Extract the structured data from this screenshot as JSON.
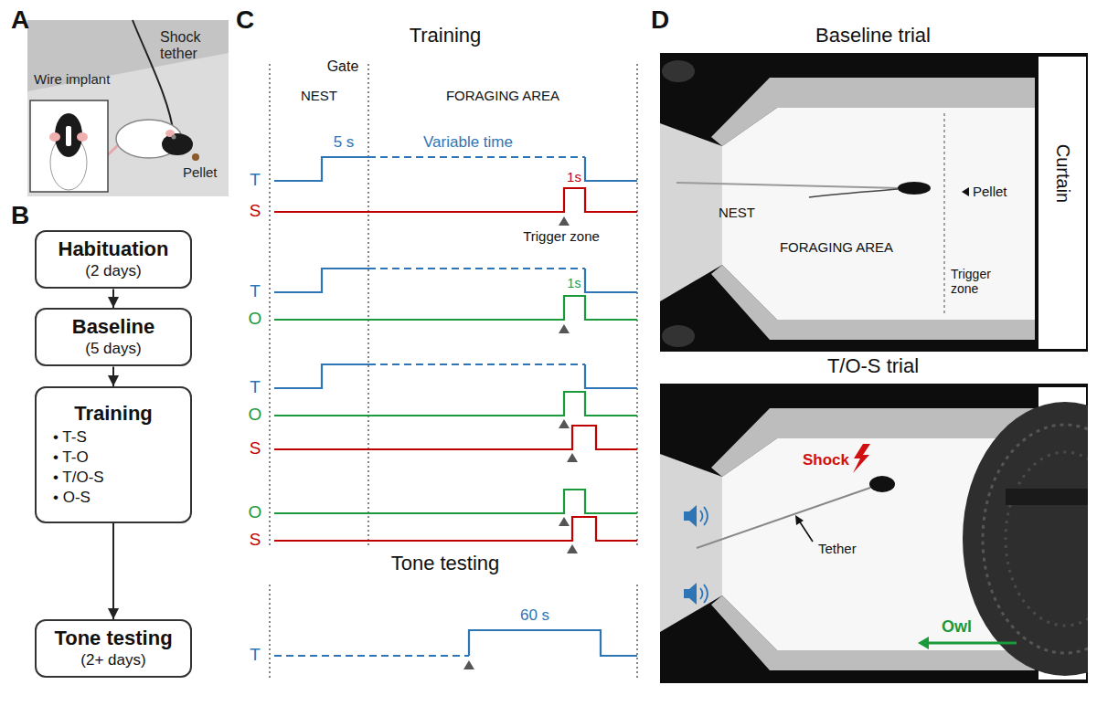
{
  "diagram": {
    "nodes": [
      {
        "text": [
          "Habituation",
          "(2 days)"
        ]
      },
      {
        "text": [
          "Baseline",
          "(5 days)"
        ]
      },
      {
        "text": [
          "Training",
          "• T-S",
          "• T-O",
          "• T/O-S",
          "• O-S"
        ]
      },
      {
        "text": [
          "Tone testing",
          "(2+ days)"
        ]
      }
    ],
    "edges": [
      {
        "from": 0,
        "to": 1,
        "arrow": "to"
      },
      {
        "from": 1,
        "to": 2,
        "arrow": "to"
      },
      {
        "from": 2,
        "to": 3,
        "arrow": "to"
      }
    ],
    "labels": [
      "A",
      "Wire implant",
      "Shock tether",
      "Pellet",
      "B",
      "C",
      "Training",
      "Gate",
      "NEST",
      "FORAGING AREA",
      "5 s",
      "Variable time",
      "T",
      "S",
      "1s",
      "Trigger zone",
      "T",
      "O",
      "1s",
      "T",
      "O",
      "S",
      "O",
      "S",
      "Tone testing",
      "T",
      "60 s",
      "D",
      "Baseline trial",
      "NEST",
      "FORAGING AREA",
      "Trigger zone",
      "Pellet",
      "Curtain",
      "T/O-S trial",
      "Shock",
      "Tether",
      "Owl"
    ]
  }
}
